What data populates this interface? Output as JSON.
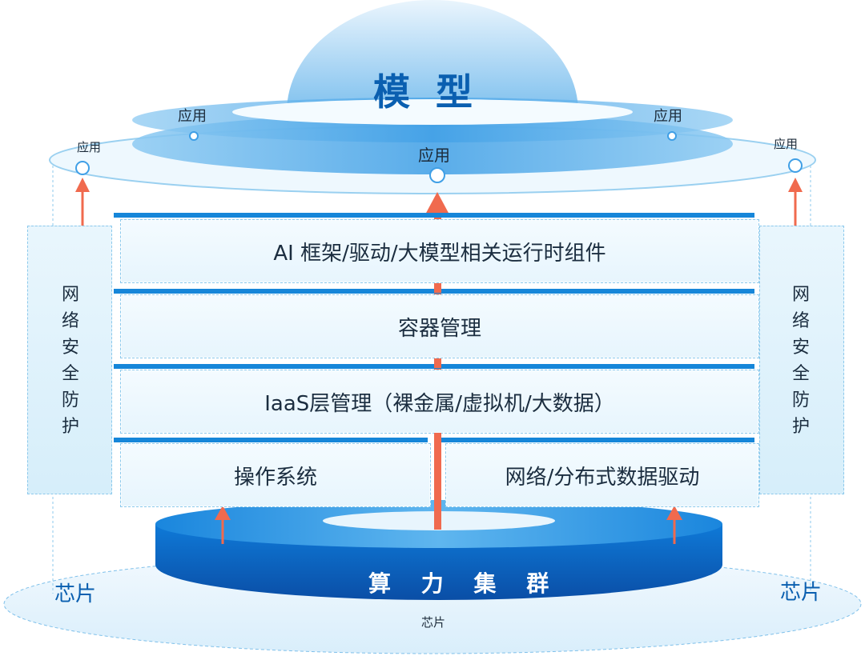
{
  "title": "模 型",
  "apps": {
    "top_left": "应用",
    "top_right": "应用",
    "outer_left": "应用",
    "outer_right": "应用",
    "center": "应用"
  },
  "layers": {
    "ai": "AI 框架/驱动/大模型相关运行时组件",
    "container": "容器管理",
    "iaas": "IaaS层管理（裸金属/虚拟机/大数据）",
    "os": "操作系统",
    "network": "网络/分布式数据驱动"
  },
  "side_panels": {
    "left": [
      "网",
      "络",
      "安",
      "全",
      "防",
      "护"
    ],
    "right": [
      "网",
      "络",
      "安",
      "全",
      "防",
      "护"
    ]
  },
  "base": {
    "cluster": "算 力 集 群",
    "chip_left": "芯片",
    "chip_right": "芯片",
    "chip_center": "芯片"
  },
  "colors": {
    "primary_blue": "#0a5fb0",
    "layer_blue": "#1686d9",
    "arrow_red": "#f06a4e",
    "panel_fill": "#e3f3fc"
  }
}
